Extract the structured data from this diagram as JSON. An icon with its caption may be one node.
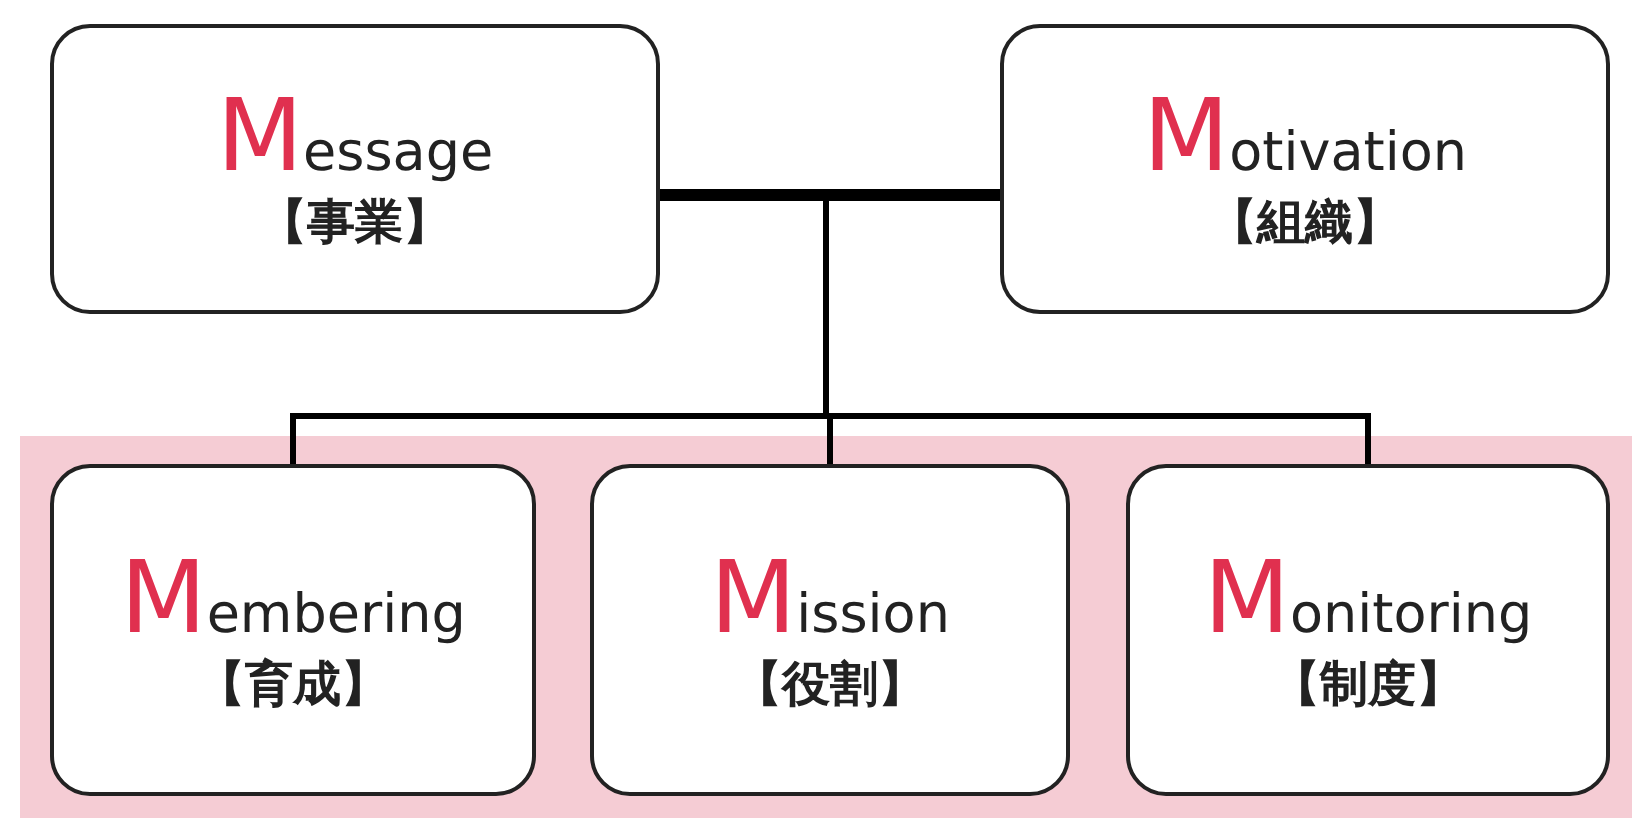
{
  "diagram": {
    "nodes": [
      {
        "text": [
          "Message",
          "【事業】"
        ]
      },
      {
        "text": [
          "Motivation",
          "【組織】"
        ]
      },
      {
        "text": [
          "Membering",
          "【育成】"
        ]
      },
      {
        "text": [
          "Mission",
          "【役割】"
        ]
      },
      {
        "text": [
          "Monitoring",
          "【制度】"
        ]
      }
    ],
    "edges": [
      {
        "from": 0,
        "to": 1,
        "arrow": "none",
        "style": "thick"
      },
      {
        "from": null,
        "to": 2,
        "arrow": "none"
      },
      {
        "from": null,
        "to": 3,
        "arrow": "none"
      },
      {
        "from": null,
        "to": 4,
        "arrow": "none"
      }
    ]
  }
}
